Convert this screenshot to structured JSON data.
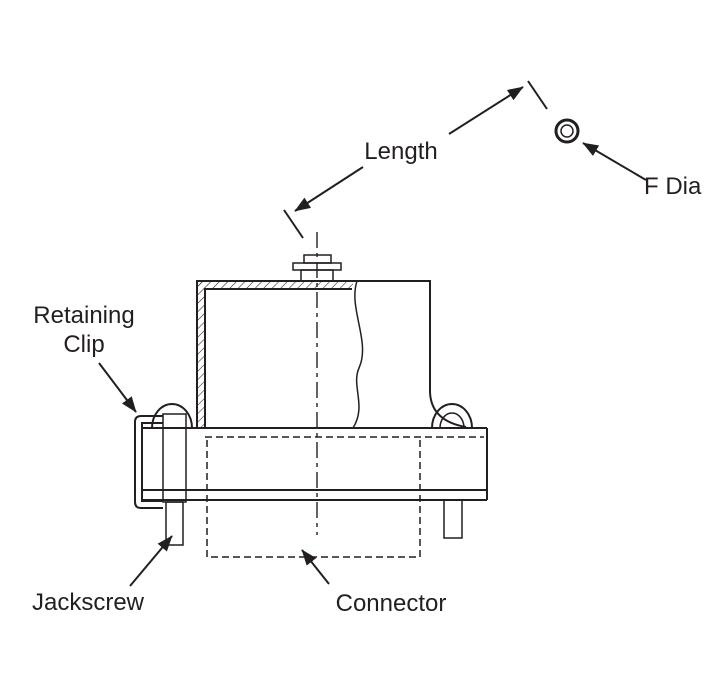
{
  "diagram": {
    "labels": {
      "length": "Length",
      "f_dia": "F Dia",
      "retaining_clip_line1": "Retaining",
      "retaining_clip_line2": "Clip",
      "jackscrew": "Jackscrew",
      "connector": "Connector"
    },
    "colors": {
      "ink": "#231f20",
      "background": "#ffffff"
    }
  }
}
